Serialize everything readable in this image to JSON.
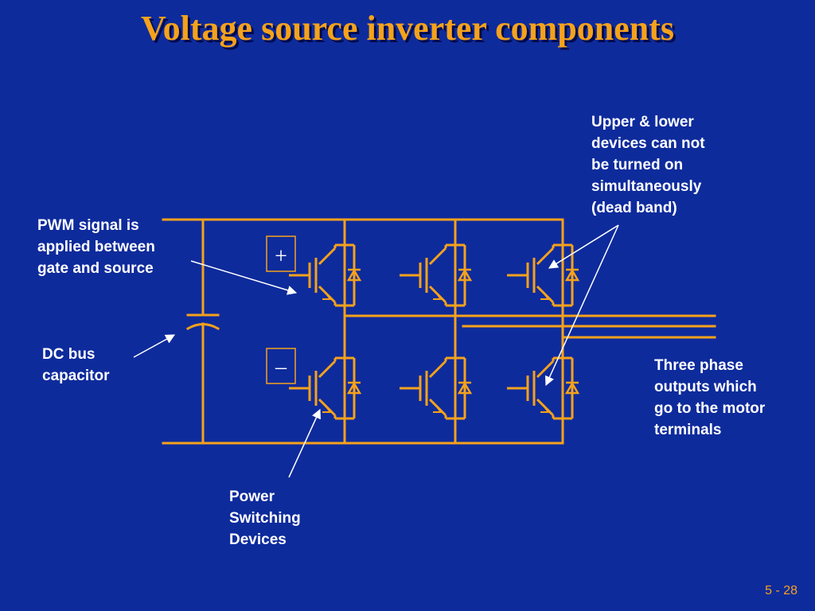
{
  "slide": {
    "title": "Voltage source inverter components",
    "number": "5 - 28"
  },
  "callouts": {
    "pwm": [
      "PWM signal is",
      "applied between",
      "gate and source"
    ],
    "dc_bus": [
      "DC bus",
      "capacitor"
    ],
    "upper_lower": [
      "Upper & lower",
      "devices can not",
      "be turned on",
      "simultaneously",
      "(dead band)"
    ],
    "three_phase": [
      "Three phase",
      "outputs which",
      "go to the motor",
      "terminals"
    ],
    "power_switching": [
      "Power",
      "Switching",
      "Devices"
    ]
  },
  "symbols": {
    "plus": "+",
    "minus": "–"
  },
  "colors": {
    "background": "#0e2b9c",
    "circuit": "#f5a21b",
    "title": "#f5a21b",
    "text": "#ffffff",
    "arrows": "#ffffff"
  }
}
